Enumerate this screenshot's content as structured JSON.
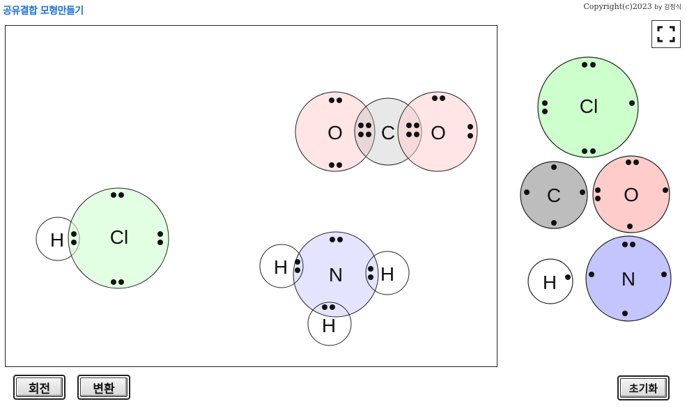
{
  "header": {
    "title": "공유결합 모형만들기",
    "copyright": "Copyright(c)2023",
    "author": "by 김정식"
  },
  "buttons": {
    "rotate": "회전",
    "convert": "변환",
    "reset": "초기화"
  },
  "colors": {
    "cl": "#ccffcc",
    "c": "#bdbdbd",
    "o": "#ffcccc",
    "n": "#c4c4ff",
    "h": "#ffffff",
    "title": "#1a6fdc"
  },
  "icons": {
    "fullscreen": "fullscreen-icon"
  },
  "palette": {
    "cl": "Cl",
    "c": "C",
    "o": "O",
    "h": "H",
    "n": "N"
  },
  "canvas": {
    "co2": {
      "o_left": "O",
      "c": "C",
      "o_right": "O"
    },
    "hcl": {
      "h": "H",
      "cl": "Cl"
    },
    "nh3": {
      "h_left": "H",
      "n": "N",
      "h_right": "H",
      "h_bottom": "H"
    }
  }
}
